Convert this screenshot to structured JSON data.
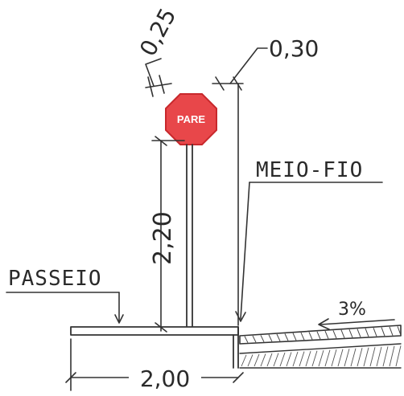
{
  "sign": {
    "text": "PARE",
    "fill_color": "#e8474a",
    "border_color": "#c8282c"
  },
  "dimensions": {
    "sign_width": "0,25",
    "curb_offset": "0,30",
    "sign_height": "2,20",
    "sidewalk_width": "2,00"
  },
  "labels": {
    "curb": "MEIO-FIO",
    "sidewalk": "PASSEIO",
    "slope": "3%"
  },
  "colors": {
    "line": "#333333",
    "paper": "#ffffff"
  }
}
